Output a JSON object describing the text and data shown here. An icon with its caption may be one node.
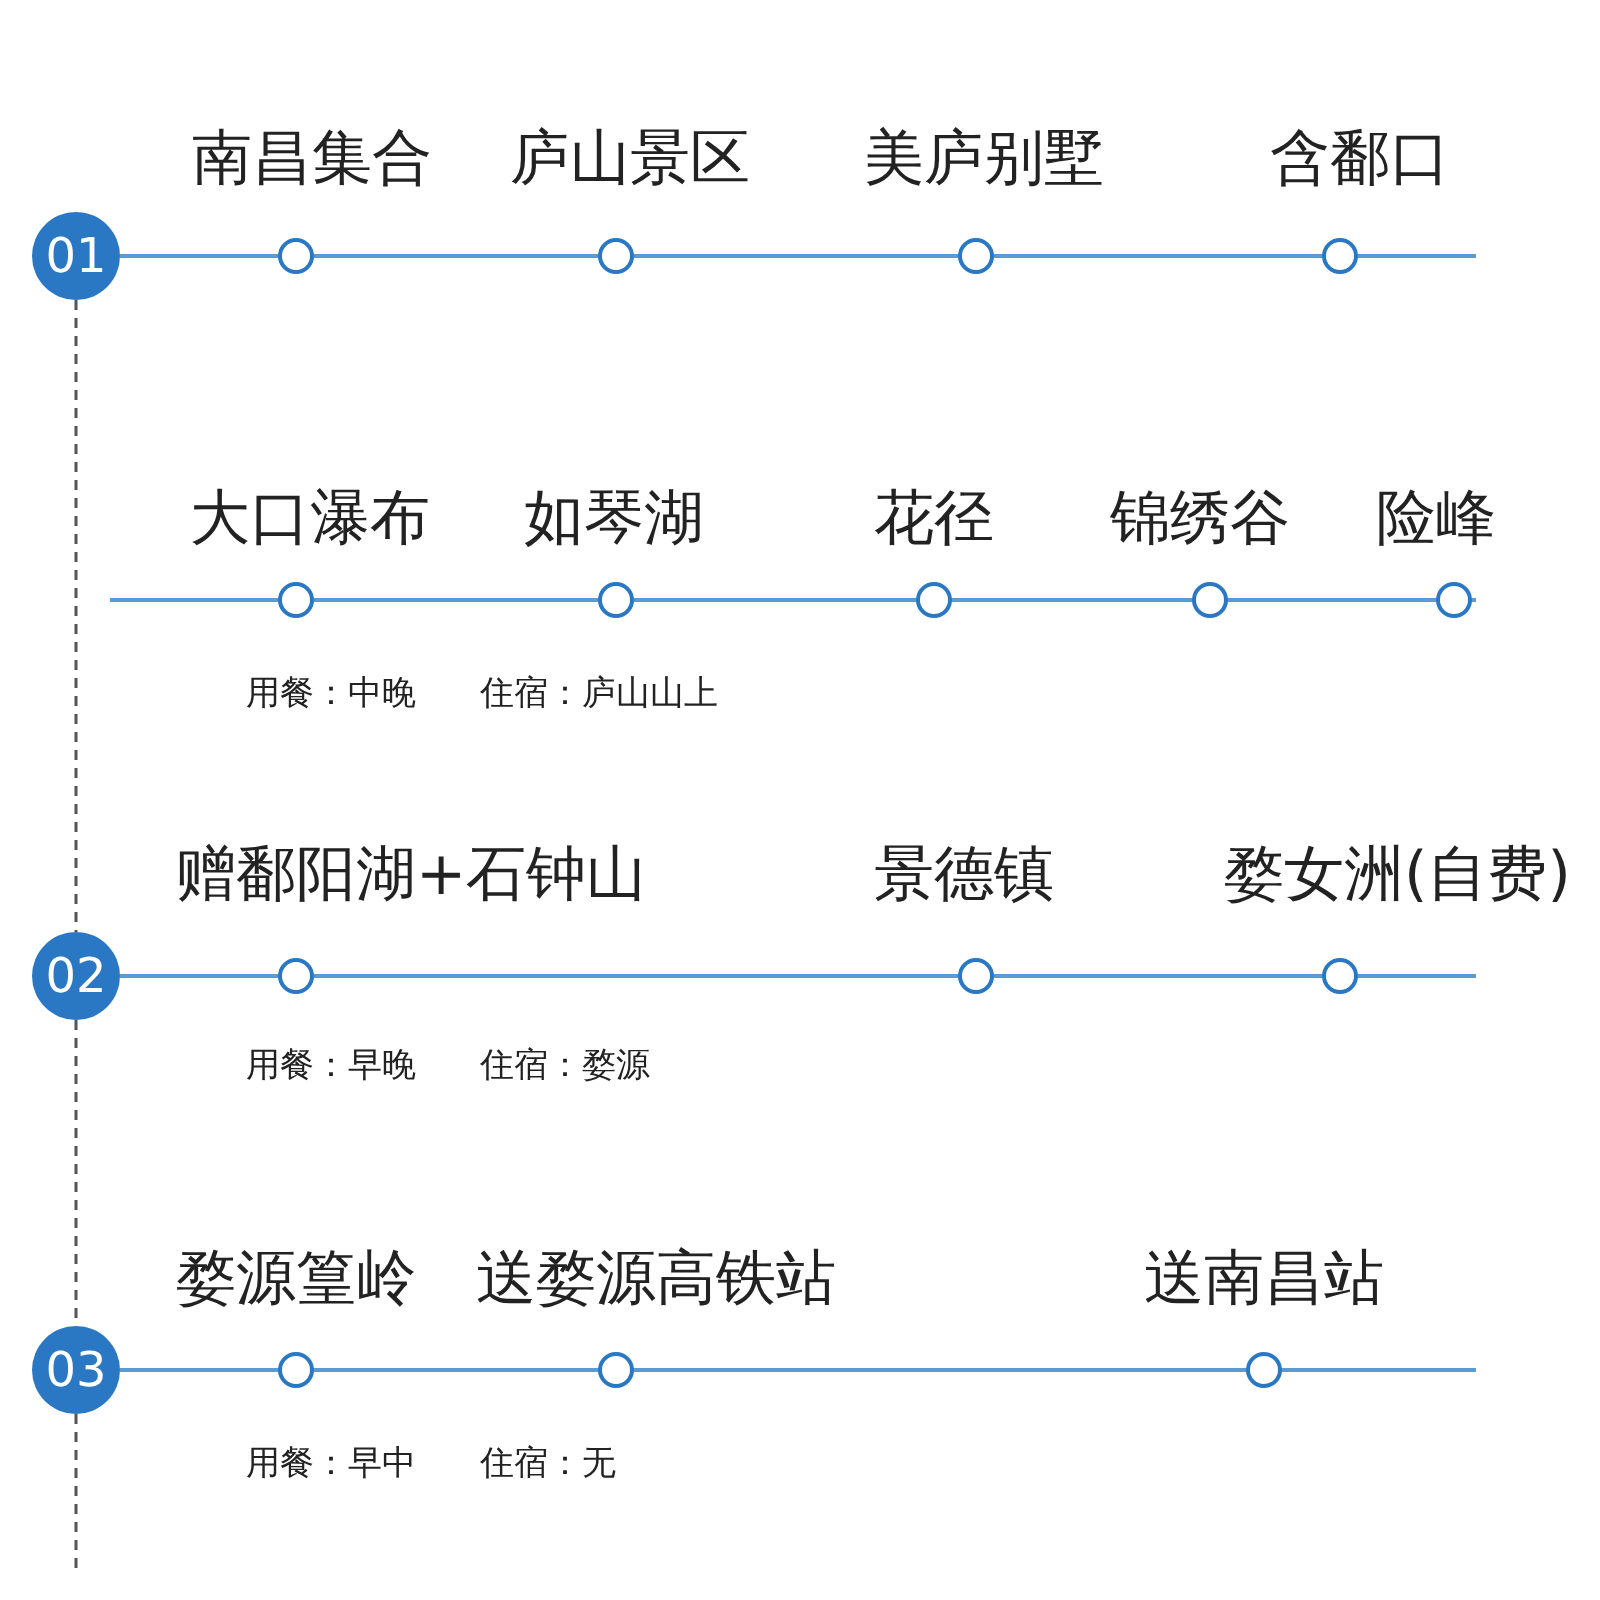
{
  "diagram": {
    "nodes": [
      {
        "text": [
          "01"
        ]
      },
      {
        "text": [
          "南昌集合"
        ]
      },
      {
        "text": [
          "庐山景区"
        ]
      },
      {
        "text": [
          "美庐别墅"
        ]
      },
      {
        "text": [
          "含鄱口"
        ]
      },
      {
        "text": [
          "大口瀑布"
        ]
      },
      {
        "text": [
          "如琴湖"
        ]
      },
      {
        "text": [
          "花径"
        ]
      },
      {
        "text": [
          "锦绣谷"
        ]
      },
      {
        "text": [
          "险峰"
        ]
      },
      {
        "text": [
          "02"
        ]
      },
      {
        "text": [
          "赠鄱阳湖+石钟山"
        ]
      },
      {
        "text": [
          "景德镇"
        ]
      },
      {
        "text": [
          "婺女洲(自费)"
        ]
      },
      {
        "text": [
          "03"
        ]
      },
      {
        "text": [
          "婺源篁岭"
        ]
      },
      {
        "text": [
          "送婺源高铁站"
        ]
      },
      {
        "text": [
          "送南昌站"
        ]
      }
    ],
    "edges": [
      {
        "from": 0,
        "to": 10,
        "arrow": "none",
        "style": "dashed"
      },
      {
        "from": 10,
        "to": 14,
        "arrow": "none",
        "style": "dashed"
      }
    ],
    "labels": [
      "用餐：中晚",
      "住宿：庐山山上",
      "用餐：早晚",
      "住宿：婺源",
      "用餐：早中",
      "住宿：无"
    ]
  }
}
